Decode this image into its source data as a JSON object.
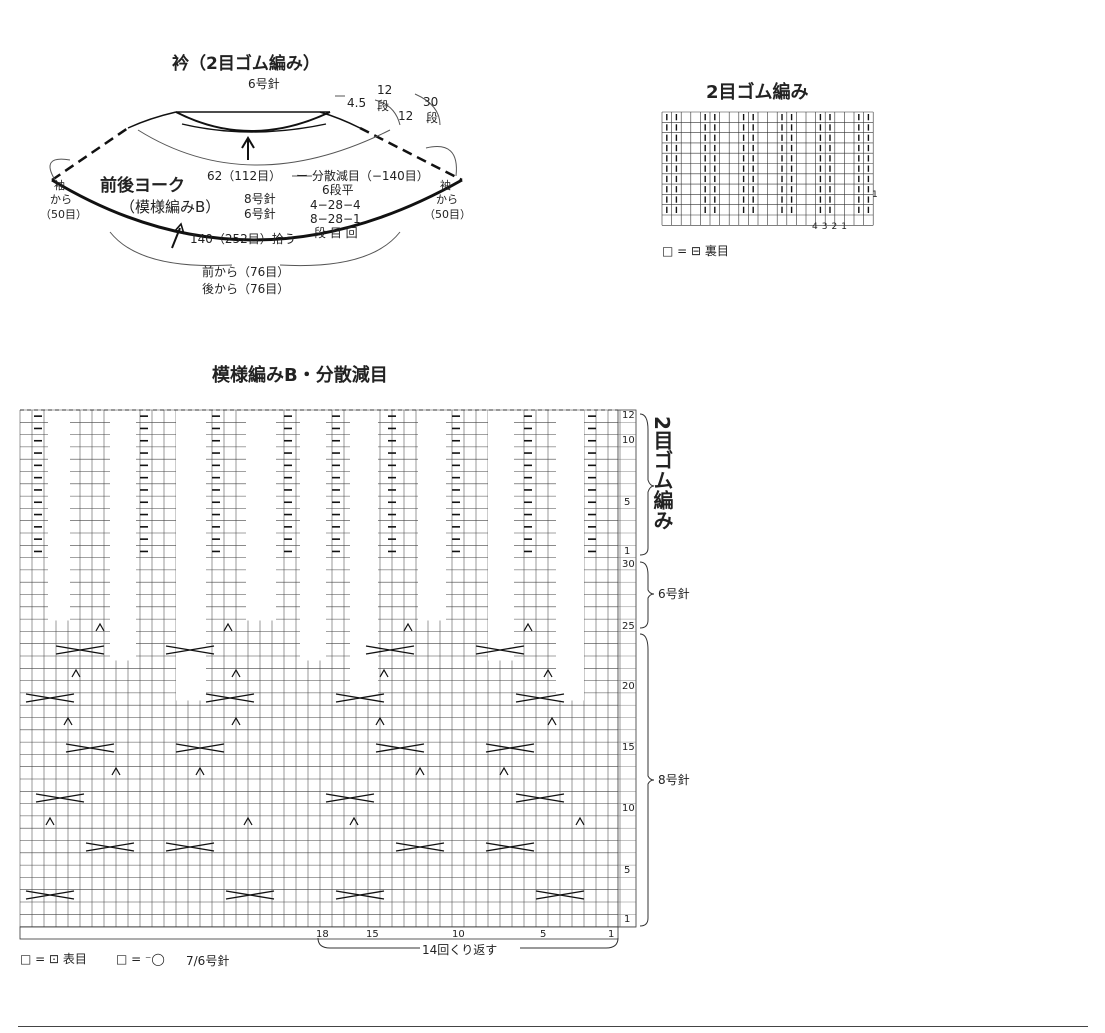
{
  "yoke": {
    "collar_title": "衿（2目ゴム編み）",
    "collar_needle": "6号針",
    "collar_height_cm": "4.5",
    "collar_rows": "12",
    "collar_rows_unit": "段",
    "yoke_depth_cm": "12",
    "yoke_rows": "30",
    "yoke_rows_unit": "段",
    "yoke_title": "前後ヨーク",
    "yoke_pattern": "（模様編みB）",
    "needle_8": "8号針",
    "needle_6": "6号針",
    "top_count": "62（112目）",
    "decrease_label": "ー 分散減目（−140目）",
    "dec_row1": "6段平",
    "dec_row2": "4−28−4",
    "dec_row3": "8−28−1",
    "dec_header": "段 目 回",
    "bottom_count": "140（252目）拾う",
    "sleeve_left_1": "袖",
    "sleeve_left_2": "から",
    "sleeve_left_3": "（50目）",
    "sleeve_right_1": "袖",
    "sleeve_right_2": "から",
    "sleeve_right_3": "（50目）",
    "front_from": "前から（76目）",
    "back_from": "後から（76目）"
  },
  "rib_chart": {
    "title": "2目ゴム編み",
    "col_numbers": [
      "4",
      "3",
      "2",
      "1"
    ],
    "row_number": "1",
    "legend": "□ = ⊟ 裏目"
  },
  "main_chart": {
    "title": "模様編みB・分散減目",
    "row_labels": [
      "12",
      "10",
      "5",
      "1",
      "30",
      "25",
      "20",
      "15",
      "10",
      "5",
      "1"
    ],
    "col_labels": [
      "18",
      "15",
      "10",
      "5",
      "1"
    ],
    "repeat_label": "14回くり返す",
    "side_rib_label": "2目ゴム編み",
    "side_needle_6": "6号針",
    "side_needle_8": "8号針",
    "legend_1": "□ = ⊡ 表目",
    "legend_2": "□ = ⁻◯",
    "legend_2_needle": "7/6号針"
  }
}
